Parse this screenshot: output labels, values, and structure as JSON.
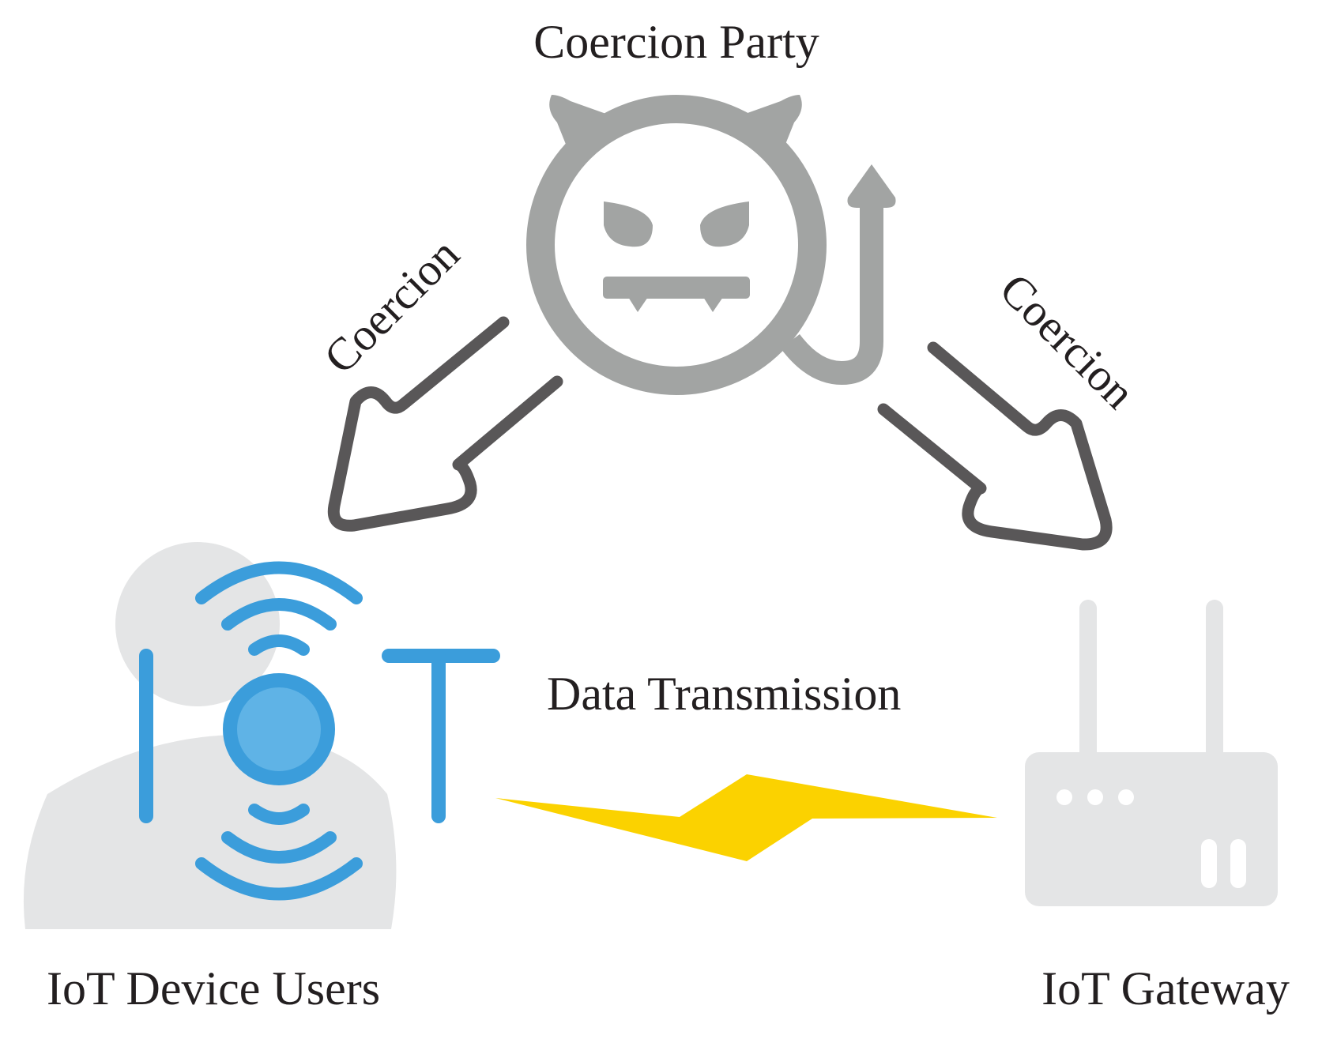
{
  "diagram": {
    "coercion_party_label": "Coercion Party",
    "coercion_left_label": "Coercion",
    "coercion_right_label": "Coercion",
    "data_transmission_label": "Data Transmission",
    "iot_users_label": "IoT Device Users",
    "iot_gateway_label": "IoT Gateway",
    "iot_logo_text": "IoT"
  },
  "icons": {
    "devil": "devil-face-icon",
    "user": "user-silhouette-icon",
    "iot_logo": "iot-logo-icon",
    "router": "router-icon",
    "lightning": "lightning-bolt-icon",
    "arrow_left": "arrow-down-left-icon",
    "arrow_right": "arrow-down-right-icon"
  },
  "colors": {
    "devil": "#a2a4a3",
    "arrow": "#595758",
    "iot_blue": "#3b9ddb",
    "iot_blue_light": "#5fb3e6",
    "silhouette": "#e4e5e6",
    "lightning": "#fbd200",
    "text": "#231f20"
  }
}
